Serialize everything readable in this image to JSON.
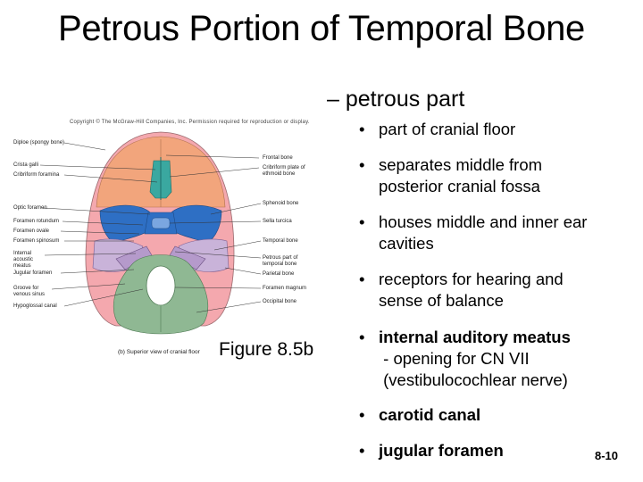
{
  "slide": {
    "title": "Petrous Portion of Temporal Bone",
    "subheading": "– petrous part",
    "page_number": "8-10",
    "figure_label": "Figure 8.5b",
    "copyright": "Copyright © The McGraw-Hill Companies, Inc. Permission required for reproduction or display.",
    "caption": "(b) Superior view of cranial floor"
  },
  "bullets": [
    {
      "lines": [
        "part of cranial floor"
      ],
      "bold": false
    },
    {
      "lines": [
        "separates middle from",
        "posterior cranial fossa"
      ],
      "bold": false
    },
    {
      "lines": [
        "houses middle and inner ear",
        "cavities"
      ],
      "bold": false
    },
    {
      "lines": [
        "receptors for hearing and",
        "sense of balance"
      ],
      "bold": false
    },
    {
      "lines": [
        "internal auditory meatus",
        " - opening for CN VII",
        " (vestibulocochlear nerve)"
      ],
      "bold": "first"
    },
    {
      "lines": [
        "carotid canal"
      ],
      "bold": true
    },
    {
      "lines": [
        "jugular foramen"
      ],
      "bold": true
    }
  ],
  "diagram_labels": {
    "left": [
      "Diploe (spongy bone)",
      "Crista galli",
      "Cribriform foramina",
      "Optic foramen",
      "Foramen rotundum",
      "Foramen ovale",
      "Foramen spinosum",
      "Internal acoustic meatus",
      "Jugular foramen",
      "Groove for venous sinus",
      "Hypoglossal canal"
    ],
    "right": [
      "Frontal bone",
      "Cribriform plate of ethmoid bone",
      "Sphenoid bone",
      "Sella turcica",
      "Temporal bone",
      "Petrous part of temporal bone",
      "Parietal bone",
      "Foramen magnum",
      "Occipital bone"
    ]
  },
  "colors": {
    "frontal": "#f2a57c",
    "ethmoid": "#3aa8a0",
    "sphenoid": "#2e6fc4",
    "temporal": "#c9b3d9",
    "occipital": "#8fb893",
    "parietal": "#f4a8ae"
  }
}
